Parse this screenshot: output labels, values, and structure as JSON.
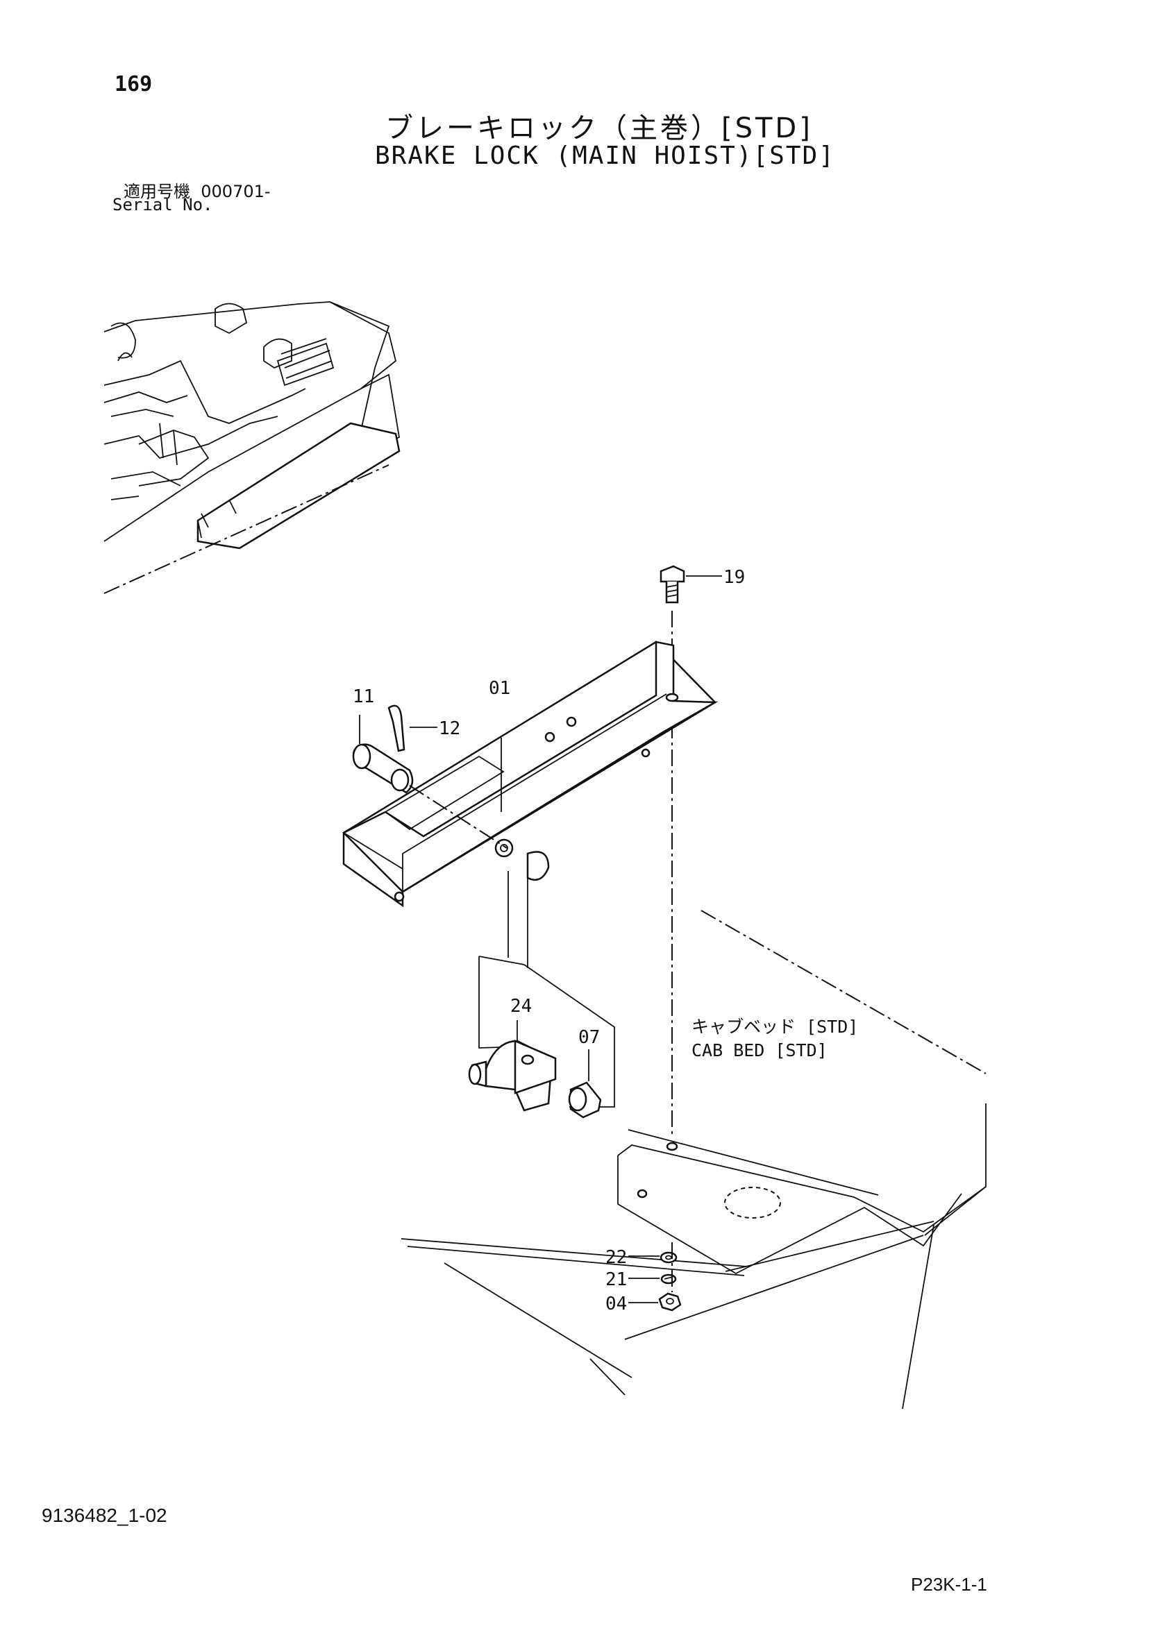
{
  "header": {
    "page_number": "169",
    "title_jp": "ブレーキロック（主巻）[STD]",
    "title_en": "BRAKE LOCK (MAIN HOIST)[STD]",
    "serial_label_jp": "適用号機",
    "serial_value": "000701-",
    "serial_label_en": "Serial No."
  },
  "callouts": {
    "p01": "01",
    "p04": "04",
    "p07": "07",
    "p11": "11",
    "p12": "12",
    "p19": "19",
    "p21": "21",
    "p22": "22",
    "p24": "24"
  },
  "annotations": {
    "cab_bed_jp": "キャブベッド [STD]",
    "cab_bed_en": "CAB BED [STD]"
  },
  "footer": {
    "doc_code": "9136482_1-02",
    "page_code": "P23K-1-1"
  }
}
